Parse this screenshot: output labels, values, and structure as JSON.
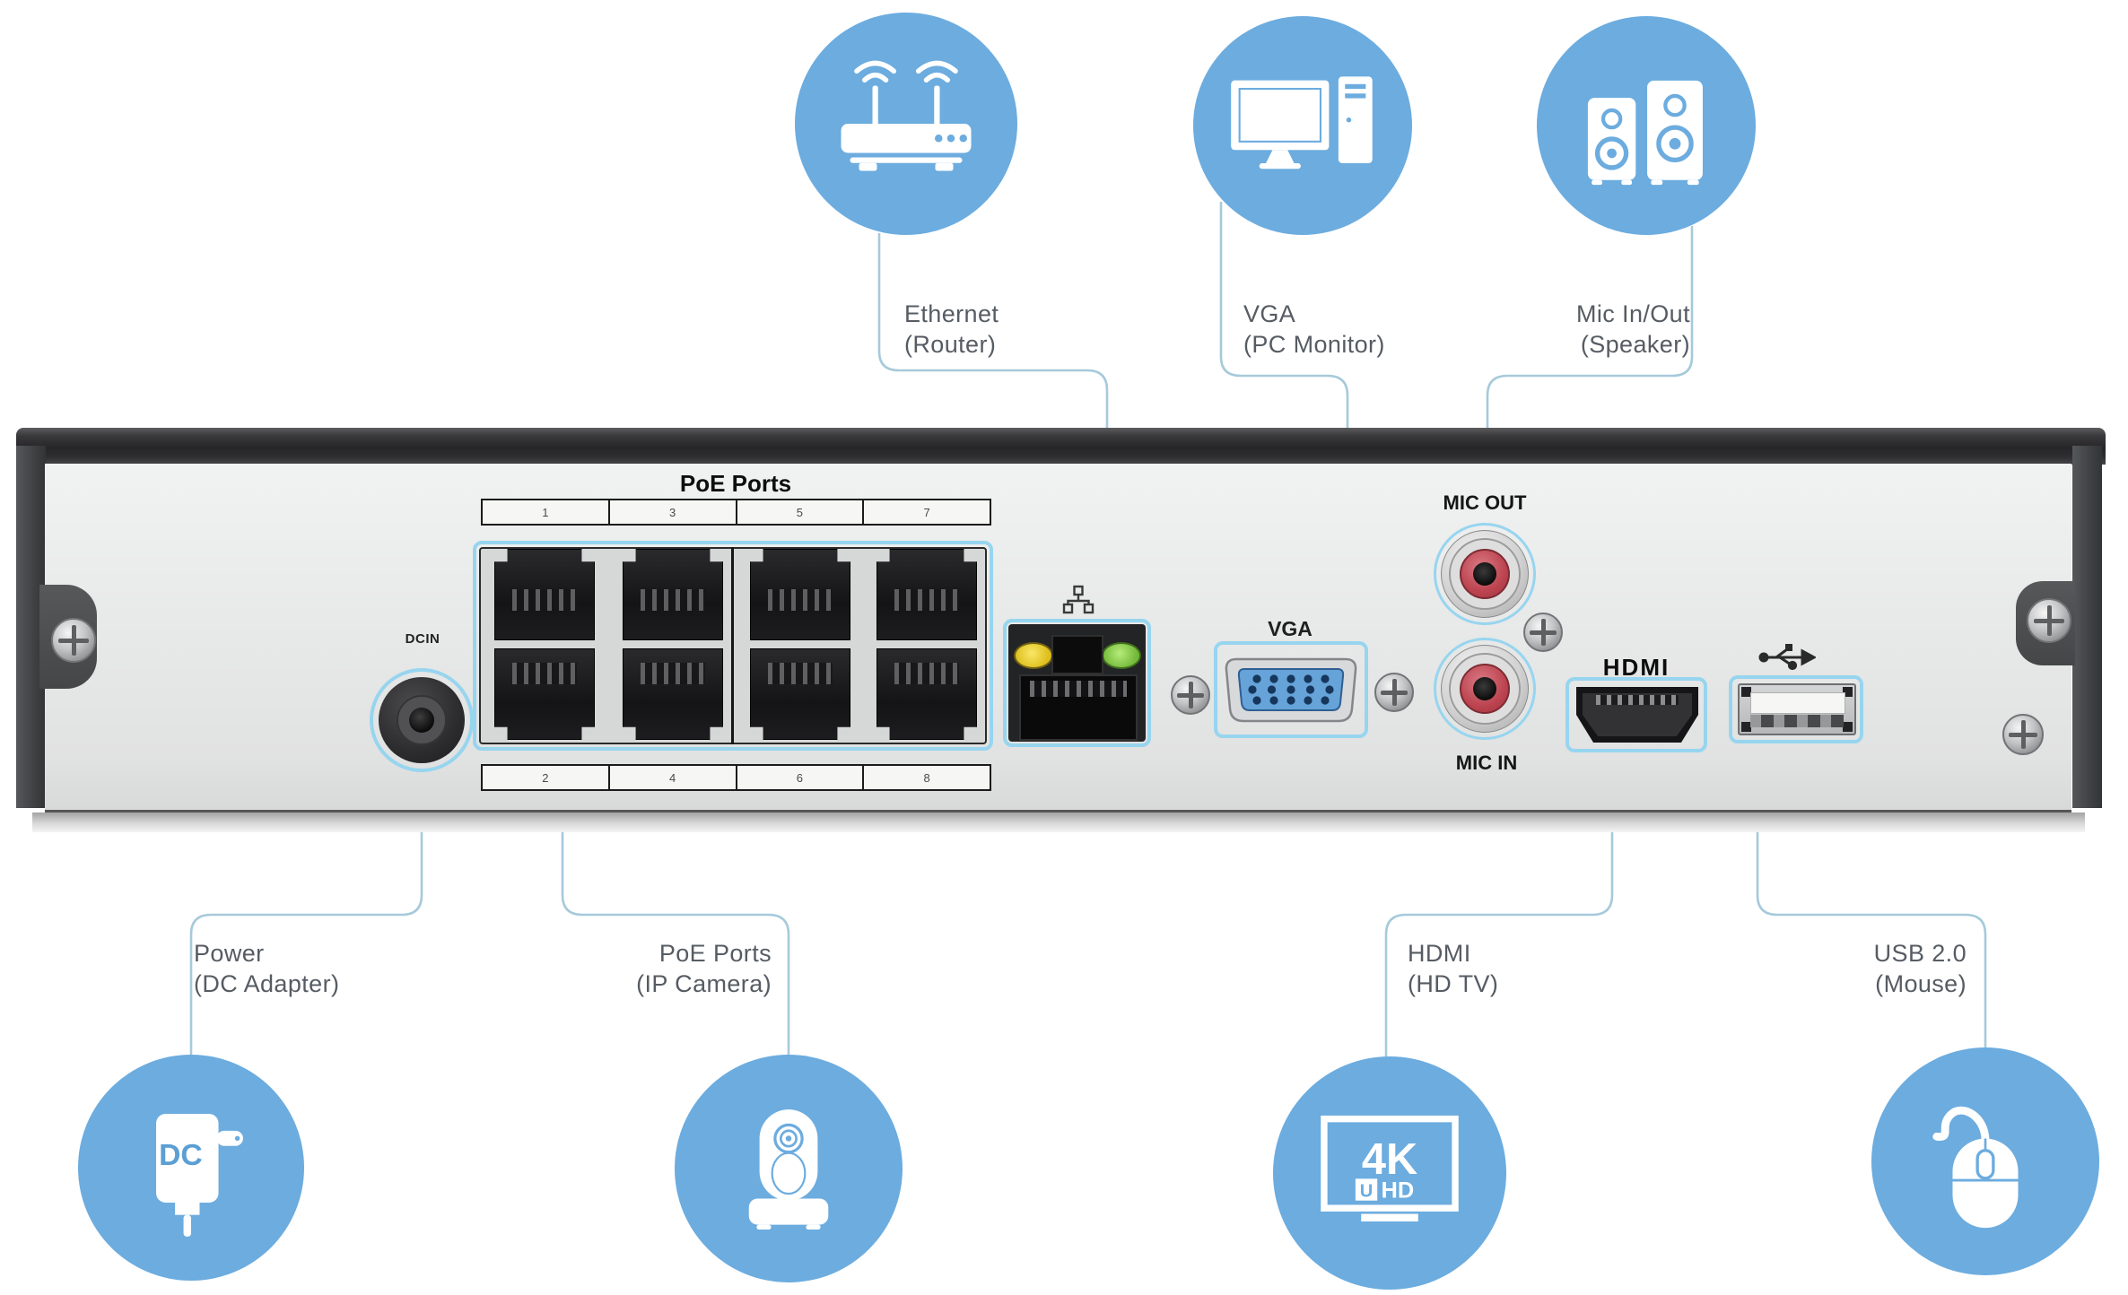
{
  "callouts": {
    "top": [
      {
        "id": "ethernet",
        "line1": "Ethernet",
        "line2": "(Router)",
        "icon": "router-icon"
      },
      {
        "id": "vga",
        "line1": "VGA",
        "line2": "(PC Monitor)",
        "icon": "pc-monitor-icon"
      },
      {
        "id": "mic",
        "line1": "Mic In/Out",
        "line2": "(Speaker)",
        "icon": "speakers-icon"
      }
    ],
    "bottom": [
      {
        "id": "power",
        "line1": "Power",
        "line2": "(DC Adapter)",
        "icon": "dc-adapter-icon"
      },
      {
        "id": "poe",
        "line1": "PoE Ports",
        "line2": "(IP Camera)",
        "icon": "ip-camera-icon"
      },
      {
        "id": "hdmi",
        "line1": "HDMI",
        "line2": "(HD TV)",
        "icon": "tv-4k-icon"
      },
      {
        "id": "usb",
        "line1": "USB 2.0",
        "line2": "(Mouse)",
        "icon": "mouse-icon"
      }
    ]
  },
  "panel": {
    "dcin_label": "DCIN",
    "poe_title": "PoE Ports",
    "poe_numbers_top": [
      "1",
      "3",
      "5",
      "7"
    ],
    "poe_numbers_bottom": [
      "2",
      "4",
      "6",
      "8"
    ],
    "vga_label": "VGA",
    "mic_out_label": "MIC OUT",
    "mic_in_label": "MIC IN",
    "hdmi_logo": "HDMI"
  },
  "icons": {
    "dc_text": "DC",
    "tv_4k": "4K",
    "tv_u": "U",
    "tv_hd": "HD"
  },
  "colors": {
    "bubble_blue": "#6CACDF",
    "port_outline_blue": "#97D5EF",
    "callout_line": "#A6CADA",
    "led_yellow": "#E9CF2D",
    "led_green": "#8CD24B",
    "rca_red": "#BC4450",
    "vga_face_blue": "#66A3D8",
    "chassis_dark": "#2E2E30",
    "panel_gray": "#E9EAEA"
  }
}
